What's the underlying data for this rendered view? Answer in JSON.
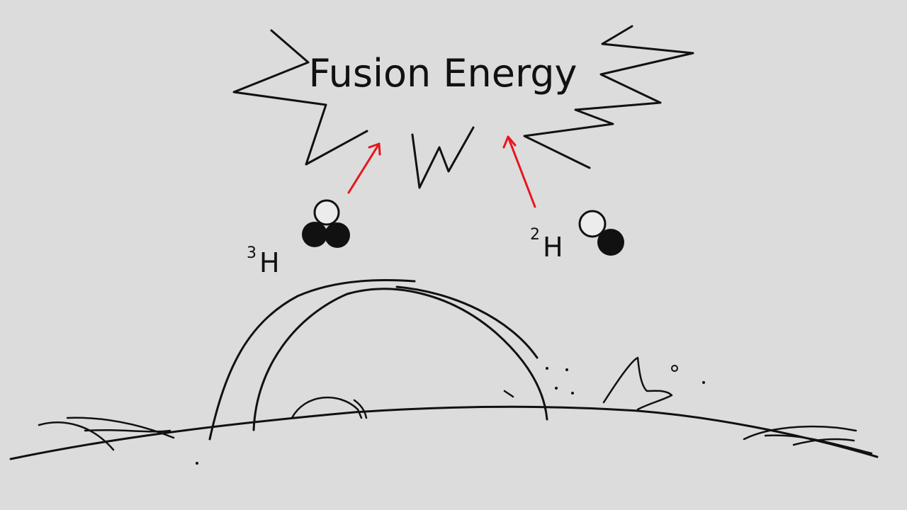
{
  "title": "Fusion Energy",
  "labels": {
    "tritium": {
      "mass": "3",
      "symbol": "H"
    },
    "deuterium": {
      "mass": "2",
      "symbol": "H"
    }
  },
  "colors": {
    "background": "#dcdcdc",
    "ink": "#111111",
    "arrow": "#e8161b"
  }
}
